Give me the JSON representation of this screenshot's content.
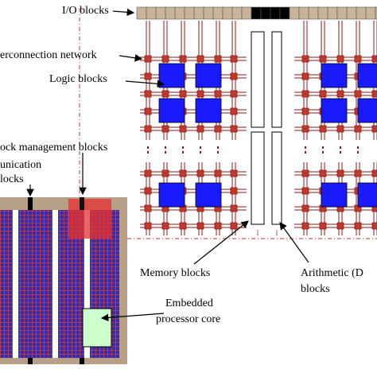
{
  "labels": {
    "io_blocks": "I/O blocks",
    "interconnection_network": "erconnection network",
    "logic_blocks": "Logic blocks",
    "clock_management_blocks": "ock management blocks",
    "communication_blocks_line1": "unication",
    "communication_blocks_line2": "locks",
    "memory_blocks": "Memory blocks",
    "arithmetic_blocks_line1": "Arithmetic (D",
    "arithmetic_blocks_line2": "blocks",
    "embedded_processor_line1": "Embedded",
    "embedded_processor_line2": "processor core"
  },
  "colors": {
    "io_block": "#c8b49a",
    "io_block_dark": "#000000",
    "logic_block": "#1a1aff",
    "interconnect": "#8b1a1a",
    "switch": "#c0392b",
    "chip_border": "#b8a088",
    "chip_fill": "#3a2aa8",
    "clock_overlay": "#e83030",
    "processor": "#ccffcc",
    "memory_block": "#ffffff",
    "dashed_line": "#c03030"
  }
}
